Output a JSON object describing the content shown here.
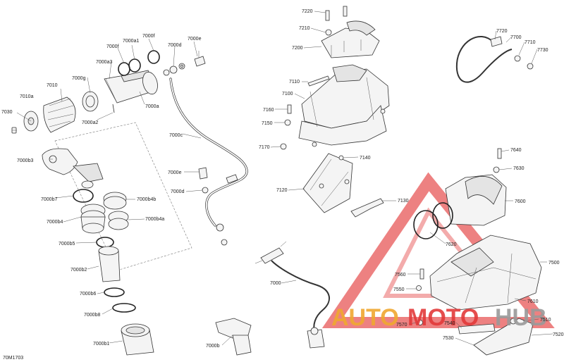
{
  "diagram_code": "70M1703",
  "watermark": {
    "text_left": "AUTO",
    "text_mid": "MOTO",
    "text_right": "HUB",
    "color_orange": "#f0a830",
    "color_red": "#e33a3a",
    "color_gray": "#9a9a9a"
  },
  "labels": {
    "l7000": "7000",
    "l7000a": "7000a",
    "l7000a1": "7000a1",
    "l7000a2": "7000a2",
    "l7000a3": "7000a3",
    "l7000b": "7000b",
    "l7000b1": "7000b1",
    "l7000b2": "7000b2",
    "l7000b3": "7000b3",
    "l7000b4": "7000b4",
    "l7000b4a": "7000b4a",
    "l7000b4b": "7000b4b",
    "l7000b5": "7000b5",
    "l7000b6": "7000b6",
    "l7000b7": "7000b7",
    "l7000b8": "7000b8",
    "l7000c": "7000c",
    "l7000d": "7000d",
    "l7000d2": "7000d",
    "l7000e": "7000e",
    "l7000e2": "7000e",
    "l7000f": "7000f",
    "l7000f2": "7000f",
    "l7000g": "7000g",
    "l7010": "7010",
    "l7010a": "7010a",
    "l7030": "7030",
    "l7100": "7100",
    "l7110": "7110",
    "l7120": "7120",
    "l7130": "7130",
    "l7140": "7140",
    "l7150": "7150",
    "l7160": "7160",
    "l7170": "7170",
    "l7200": "7200",
    "l7210": "7210",
    "l7220": "7220",
    "l7500": "7500",
    "l7510": "7510",
    "l7520": "7520",
    "l7530": "7530",
    "l7540": "7540",
    "l7550": "7550",
    "l7560": "7560",
    "l7570": "7570",
    "l7600": "7600",
    "l7610": "7610",
    "l7620": "7620",
    "l7630": "7630",
    "l7640": "7640",
    "l7700": "7700",
    "l7710": "7710",
    "l7720": "7720",
    "l7730": "7730"
  }
}
